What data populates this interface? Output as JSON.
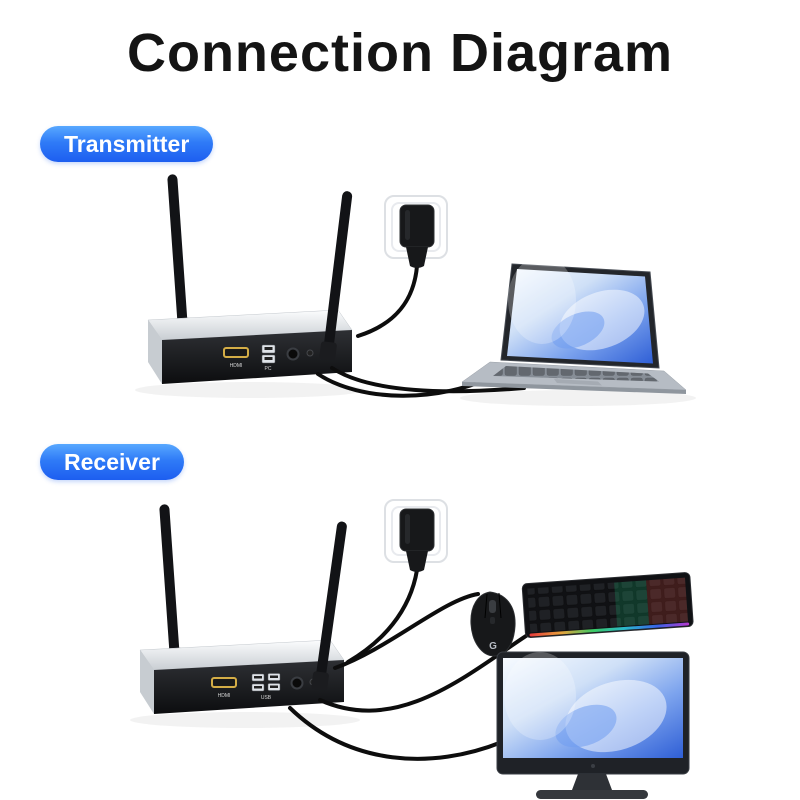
{
  "title": "Connection Diagram",
  "badges": {
    "transmitter": "Transmitter",
    "receiver": "Receiver"
  },
  "labels": {
    "transmitter_ports": {
      "hdmi": "HDMI",
      "usb": "PC"
    },
    "receiver_ports": {
      "hdmi": "HDMI",
      "usb": "USB"
    },
    "mouse_logo": "G"
  },
  "colors": {
    "badge_gradient_start": "#58A8FF",
    "badge_gradient_end": "#1D5EF0",
    "cable_black": "#0D0D0D",
    "hdmi_gold": "#D4AD46",
    "display_blue": "#2F5FD6",
    "device_silver": "#D7DBDF",
    "device_front_black": "#141518",
    "keyboard_rgb": [
      "#FF4040",
      "#FFB340",
      "#3EDE6E",
      "#2EC9E0",
      "#3E6BFF",
      "#C93EE0"
    ]
  }
}
